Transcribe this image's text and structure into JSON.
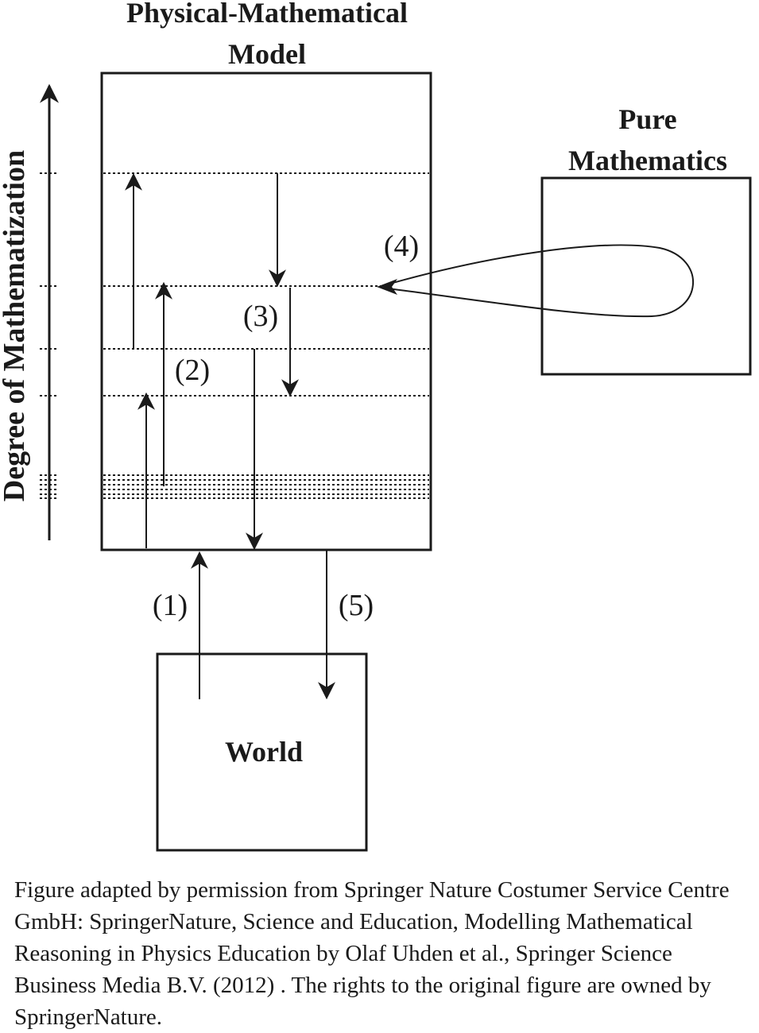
{
  "diagram": {
    "model_box": {
      "title_line1": "Physical-Mathematical",
      "title_line2": "Model"
    },
    "pure_box": {
      "title_line1": "Pure",
      "title_line2": "Mathematics"
    },
    "world_box": {
      "label": "World"
    },
    "axis": {
      "label": "Degree of Mathematization"
    },
    "steps": {
      "step1": "(1)",
      "step2": "(2)",
      "step3": "(3)",
      "step4": "(4)",
      "step5": "(5)"
    }
  },
  "caption": {
    "text": "Figure adapted by permission from Springer Nature Costumer Service Centre GmbH: SpringerNature, Science and Education, Modelling Mathematical Reasoning in Physics Education by Olaf Uhden et al., Springer Science Business Media B.V. (2012) . The rights to the original figure are owned by SpringerNature."
  }
}
